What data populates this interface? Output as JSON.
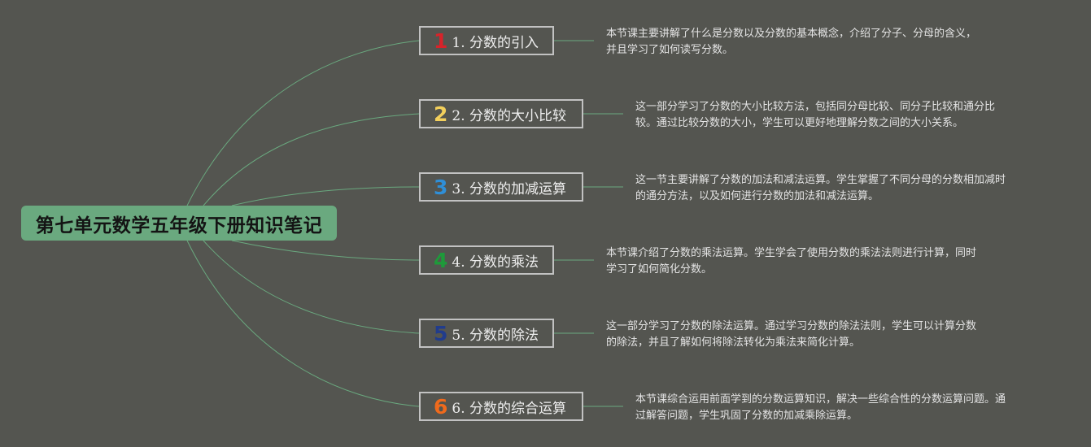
{
  "root": {
    "title": "第七单元数学五年级下册知识笔记"
  },
  "colors": {
    "background": "#545550",
    "root_fill": "#6aa97f",
    "connector": "#6aa97f",
    "branch_border": "#c2c2c2"
  },
  "branches": [
    {
      "number": "1",
      "number_color": "#d8232a",
      "label": "1. 分数的引入",
      "desc_line1": "本节课主要讲解了什么是分数以及分数的基本概念，介绍了分子、分母的含义，",
      "desc_line2": "并且学习了如何读写分数。"
    },
    {
      "number": "2",
      "number_color": "#f3d05c",
      "label": "2. 分数的大小比较",
      "desc_line1": "这一部分学习了分数的大小比较方法，包括同分母比较、同分子比较和通分比",
      "desc_line2": "较。通过比较分数的大小，学生可以更好地理解分数之间的大小关系。"
    },
    {
      "number": "3",
      "number_color": "#2f8fd8",
      "label": "3. 分数的加减运算",
      "desc_line1": "这一节主要讲解了分数的加法和减法运算。学生掌握了不同分母的分数相加减时",
      "desc_line2": "的通分方法，以及如何进行分数的加法和减法运算。"
    },
    {
      "number": "4",
      "number_color": "#1e9a3a",
      "label": "4. 分数的乘法",
      "desc_line1": "本节课介绍了分数的乘法运算。学生学会了使用分数的乘法法则进行计算，同时",
      "desc_line2": "学习了如何简化分数。"
    },
    {
      "number": "5",
      "number_color": "#213c8c",
      "label": "5. 分数的除法",
      "desc_line1": "这一部分学习了分数的除法运算。通过学习分数的除法法则，学生可以计算分数",
      "desc_line2": "的除法，并且了解如何将除法转化为乘法来简化计算。"
    },
    {
      "number": "6",
      "number_color": "#f06a1c",
      "label": "6. 分数的综合运算",
      "desc_line1": "本节课综合运用前面学到的分数运算知识，解决一些综合性的分数运算问题。通",
      "desc_line2": "过解答问题，学生巩固了分数的加减乘除运算。"
    }
  ]
}
